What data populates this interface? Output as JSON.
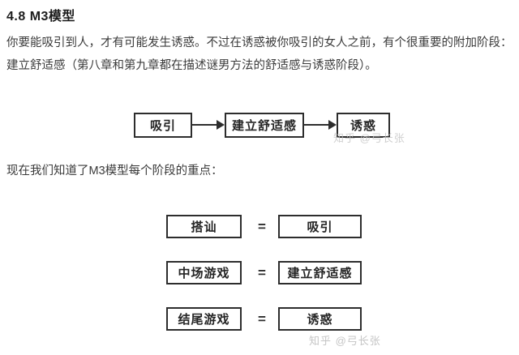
{
  "page": {
    "title": "4.8 M3模型",
    "paragraph": "你要能吸引到人，才有可能发生诱惑。不过在诱惑被你吸引的女人之前，有个很重要的附加阶段：建立舒适感（第八章和第九章都在描述谜男方法的舒适感与诱惑阶段）。",
    "middle_text": "现在我们知道了M3模型每个阶段的重点："
  },
  "flow_diagram": {
    "stages": [
      "吸引",
      "建立舒适感",
      "诱惑"
    ]
  },
  "equations": {
    "equals_sign": "=",
    "rows": [
      {
        "left": "搭讪",
        "right": "吸引"
      },
      {
        "left": "中场游戏",
        "right": "建立舒适感"
      },
      {
        "left": "结尾游戏",
        "right": "诱惑"
      }
    ]
  },
  "watermark": {
    "text": "知乎 @弓长张"
  },
  "colors": {
    "background": "#ffffff",
    "text": "#3a3a3a",
    "border": "#2d2d2d",
    "watermark": "#c5c5c5"
  }
}
